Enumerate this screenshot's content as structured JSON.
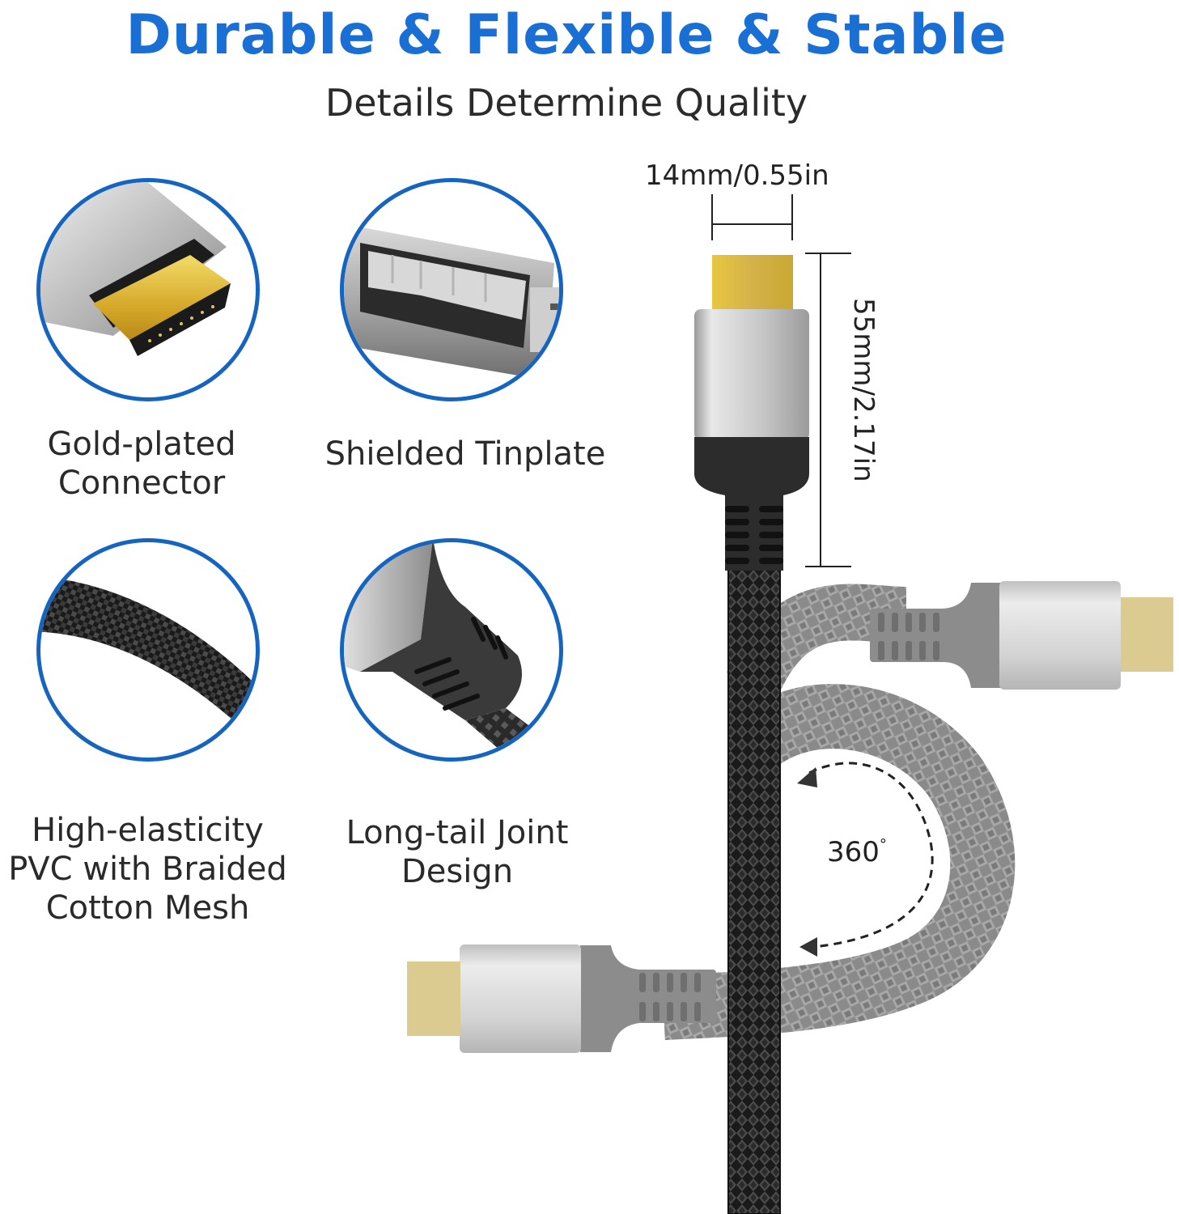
{
  "header": {
    "title": "Durable & Flexible & Stable",
    "subtitle": "Details Determine Quality"
  },
  "colors": {
    "title_blue": "#1a6fd4",
    "circle_border": "#1565c0",
    "gold": "#d4b24a",
    "silver": "#c8c8c8",
    "boot_black": "#2a2a2a",
    "text_dark": "#2a2a2a"
  },
  "features": [
    {
      "label_lines": [
        "Gold-plated",
        "Connector"
      ],
      "icon": "gold-connector-closeup"
    },
    {
      "label_lines": [
        "Shielded Tinplate"
      ],
      "icon": "shielded-tinplate-closeup"
    },
    {
      "label_lines": [
        "High-elasticity",
        "PVC with Braided",
        "Cotton Mesh"
      ],
      "icon": "braided-cable-closeup"
    },
    {
      "label_lines": [
        "Long-tail Joint",
        "Design"
      ],
      "icon": "long-tail-joint-closeup"
    }
  ],
  "dimensions": {
    "width_label": "14mm/0.55in",
    "length_label": "55mm/2.17in"
  },
  "bend": {
    "angle_value": "360",
    "angle_unit": "°"
  }
}
